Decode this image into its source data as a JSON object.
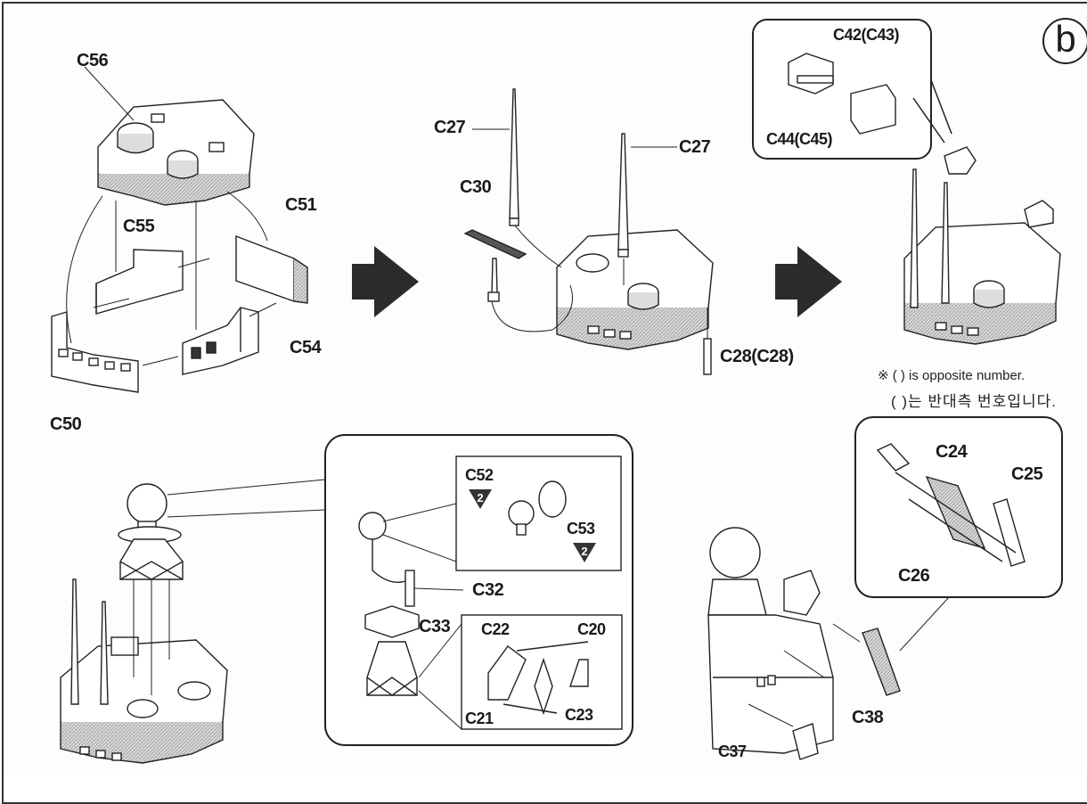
{
  "step": {
    "letter": "b"
  },
  "parts": {
    "c56": "C56",
    "c55": "C55",
    "c51": "C51",
    "c54": "C54",
    "c50": "C50",
    "c27_left": "C27",
    "c27_right": "C27",
    "c30": "C30",
    "c28": "C28(C28)",
    "c42": "C42(C43)",
    "c44": "C44(C45)",
    "c52": "C52",
    "c53": "C53",
    "c32": "C32",
    "c33": "C33",
    "c22": "C22",
    "c20": "C20",
    "c21": "C21",
    "c23": "C23",
    "c24": "C24",
    "c25": "C25",
    "c26": "C26",
    "c38": "C38",
    "c37": "C37"
  },
  "quantities": {
    "c52_qty": "2",
    "c53_qty": "2"
  },
  "notes": {
    "opposite_en": "※ ( ) is opposite number.",
    "opposite_kr": "( )는 반대측 번호입니다."
  },
  "colors": {
    "ink": "#1c1c1c",
    "shade": "#8a8a8a",
    "arrow": "#2b2b2b",
    "paper": "#fdfdfb"
  }
}
